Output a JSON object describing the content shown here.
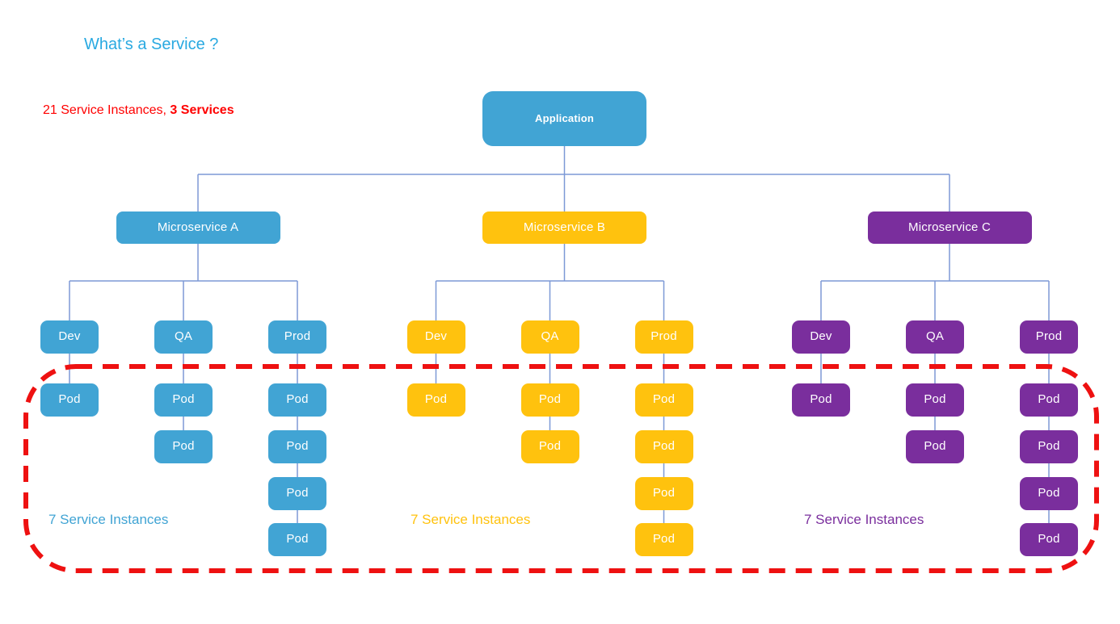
{
  "header": {
    "title": "What’s a Service ?",
    "title_color": "#29A9E1",
    "summary_regular": "21 Service Instances, ",
    "summary_bold": "3 Services",
    "summary_color": "#FF0000"
  },
  "diagram": {
    "connector_color": "#7D99D6",
    "highlight_border_color": "#EE1111",
    "pod_label": "Pod",
    "application": {
      "label": "Application",
      "color": "#41A4D4",
      "text_color": "#FFFFFF"
    },
    "microservices": [
      {
        "id": "microservice-a",
        "label": "Microservice A",
        "color": "#41A4D4",
        "instances_label": "7 Service Instances",
        "environments": [
          {
            "label": "Dev",
            "pod_count": 1
          },
          {
            "label": "QA",
            "pod_count": 2
          },
          {
            "label": "Prod",
            "pod_count": 4
          }
        ]
      },
      {
        "id": "microservice-b",
        "label": "Microservice B",
        "color": "#FFC20E",
        "instances_label": "7 Service Instances",
        "environments": [
          {
            "label": "Dev",
            "pod_count": 1
          },
          {
            "label": "QA",
            "pod_count": 2
          },
          {
            "label": "Prod",
            "pod_count": 4
          }
        ]
      },
      {
        "id": "microservice-c",
        "label": "Microservice C",
        "color": "#7A2E9D",
        "instances_label": "7 Service Instances",
        "environments": [
          {
            "label": "Dev",
            "pod_count": 1
          },
          {
            "label": "QA",
            "pod_count": 2
          },
          {
            "label": "Prod",
            "pod_count": 4
          }
        ]
      }
    ]
  }
}
